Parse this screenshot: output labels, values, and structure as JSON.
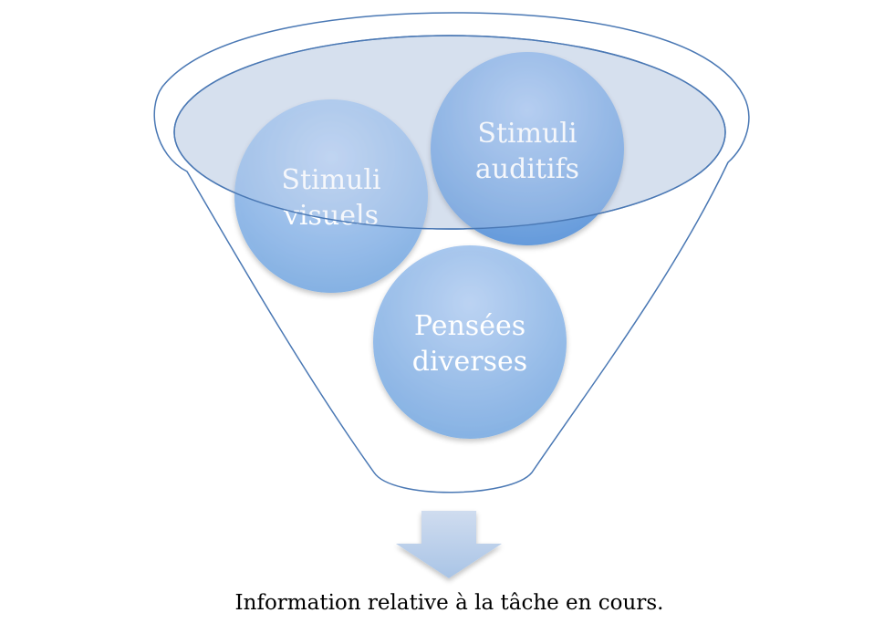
{
  "bubbles": {
    "visual": [
      "Stimuli",
      "visuels"
    ],
    "auditory": [
      "Stimuli",
      "auditifs"
    ],
    "thoughts": [
      "Pensées",
      "diverses"
    ]
  },
  "caption": "Information relative à la tâche en cours.",
  "colors": {
    "outline": "#4a78b4",
    "bubble_light": "#c9dcf7",
    "bubble_dark": "#6b9fdc",
    "funnel_fill": "#d5dfec",
    "arrow": "#b6cdea"
  }
}
